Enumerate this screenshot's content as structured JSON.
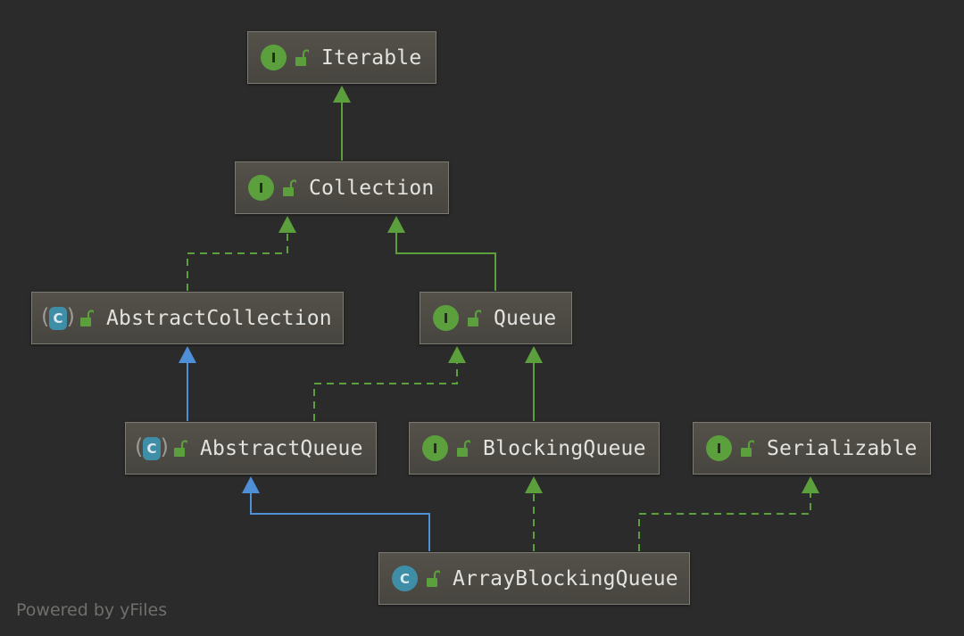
{
  "diagram": {
    "footer": "Powered by yFiles",
    "colors": {
      "background": "#2b2b2b",
      "interface_badge": "#5c9f3d",
      "class_badge": "#3f8ea8",
      "implements_edge": "#5c9f3d",
      "extends_edge": "#4e8fd8"
    },
    "nodes": {
      "iterable": {
        "label": "Iterable",
        "kind": "interface",
        "badge": "I",
        "icon": "interface-icon"
      },
      "collection": {
        "label": "Collection",
        "kind": "interface",
        "badge": "I",
        "icon": "interface-icon"
      },
      "abstract_collection": {
        "label": "AbstractCollection",
        "kind": "abstract-class",
        "badge": "C",
        "icon": "abstract-class-icon"
      },
      "queue": {
        "label": "Queue",
        "kind": "interface",
        "badge": "I",
        "icon": "interface-icon"
      },
      "abstract_queue": {
        "label": "AbstractQueue",
        "kind": "abstract-class",
        "badge": "C",
        "icon": "abstract-class-icon"
      },
      "blocking_queue": {
        "label": "BlockingQueue",
        "kind": "interface",
        "badge": "I",
        "icon": "interface-icon"
      },
      "serializable": {
        "label": "Serializable",
        "kind": "interface",
        "badge": "I",
        "icon": "interface-icon"
      },
      "array_blocking_queue": {
        "label": "ArrayBlockingQueue",
        "kind": "class",
        "badge": "C",
        "icon": "class-icon"
      }
    },
    "edges": [
      {
        "from": "collection",
        "to": "iterable",
        "type": "extends-interface",
        "style": "solid-green"
      },
      {
        "from": "abstract_collection",
        "to": "collection",
        "type": "implements",
        "style": "dashed-green"
      },
      {
        "from": "queue",
        "to": "collection",
        "type": "extends-interface",
        "style": "solid-green"
      },
      {
        "from": "abstract_queue",
        "to": "abstract_collection",
        "type": "extends",
        "style": "solid-blue"
      },
      {
        "from": "abstract_queue",
        "to": "queue",
        "type": "implements",
        "style": "dashed-green"
      },
      {
        "from": "blocking_queue",
        "to": "queue",
        "type": "extends-interface",
        "style": "solid-green"
      },
      {
        "from": "array_blocking_queue",
        "to": "abstract_queue",
        "type": "extends",
        "style": "solid-blue"
      },
      {
        "from": "array_blocking_queue",
        "to": "blocking_queue",
        "type": "implements",
        "style": "dashed-green"
      },
      {
        "from": "array_blocking_queue",
        "to": "serializable",
        "type": "implements",
        "style": "dashed-green"
      }
    ]
  }
}
